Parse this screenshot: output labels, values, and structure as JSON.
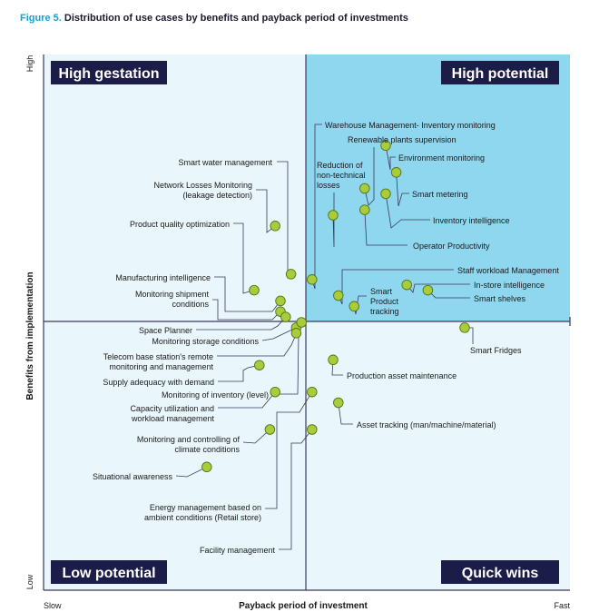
{
  "figure": {
    "number": "Figure 5.",
    "title": "Distribution of use cases by benefits and payback period of investments"
  },
  "chart_data": {
    "type": "scatter",
    "xlabel": "Payback period of investment",
    "ylabel": "Benefits from implementation",
    "x_ends": {
      "low": "Slow",
      "high": "Fast"
    },
    "y_ends": {
      "low": "Low",
      "high": "High"
    },
    "xlim": [
      0,
      100
    ],
    "ylim": [
      0,
      100
    ],
    "quadrants": {
      "top_left": "High gestation",
      "top_right": "High potential",
      "bottom_left": "Low potential",
      "bottom_right": "Quick wins"
    },
    "colors": {
      "high_potential_bg": "#8fd6ef",
      "other_bg": "#e9f6fc",
      "point": "#a8cc3a",
      "point_edge": "#55741a",
      "quad_label_bg": "#1c1c48",
      "title_accent": "#1a9fd6"
    },
    "points": [
      {
        "label": [
          "Warehouse Management- Inventory monitoring"
        ],
        "x": 51,
        "y": 58
      },
      {
        "label": [
          "Renewable plants supervision"
        ],
        "x": 61,
        "y": 75
      },
      {
        "label": [
          "Environment monitoring"
        ],
        "x": 65,
        "y": 83
      },
      {
        "label": [
          "Reduction of",
          "non-technical",
          "losses"
        ],
        "x": 55,
        "y": 70
      },
      {
        "label": [
          "Smart metering"
        ],
        "x": 67,
        "y": 78
      },
      {
        "label": [
          "Inventory intelligence"
        ],
        "x": 65,
        "y": 74
      },
      {
        "label": [
          "Operator Productivity"
        ],
        "x": 61,
        "y": 71
      },
      {
        "label": [
          "Staff workload Management"
        ],
        "x": 56,
        "y": 55
      },
      {
        "label": [
          "In-store intelligence"
        ],
        "x": 69,
        "y": 57
      },
      {
        "label": [
          "Smart shelves"
        ],
        "x": 73,
        "y": 56
      },
      {
        "label": [
          "Smart",
          "Product",
          "tracking"
        ],
        "x": 59,
        "y": 53
      },
      {
        "label": [
          "Smart Fridges"
        ],
        "x": 80,
        "y": 49
      },
      {
        "label": [
          "Smart water management"
        ],
        "x": 47,
        "y": 59
      },
      {
        "label": [
          "Network Losses Monitoring",
          "(leakage detection)"
        ],
        "x": 44,
        "y": 68
      },
      {
        "label": [
          "Product quality optimization"
        ],
        "x": 40,
        "y": 56
      },
      {
        "label": [
          "Manufacturing intelligence"
        ],
        "x": 45,
        "y": 54
      },
      {
        "label": [
          "Monitoring shipment",
          "conditions"
        ],
        "x": 45,
        "y": 52
      },
      {
        "label": [
          "Space Planner"
        ],
        "x": 46,
        "y": 51
      },
      {
        "label": [
          "Monitoring storage conditions"
        ],
        "x": 48,
        "y": 49
      },
      {
        "label": [
          "Telecom base station's remote",
          "monitoring and management"
        ],
        "x": 49,
        "y": 50
      },
      {
        "label": [
          "Supply adequacy with demand"
        ],
        "x": 41,
        "y": 42
      },
      {
        "label": [
          "Monitoring of inventory (level)"
        ],
        "x": 48,
        "y": 48
      },
      {
        "label": [
          "Capacity utilization and",
          "workload management"
        ],
        "x": 44,
        "y": 37
      },
      {
        "label": [
          "Monitoring and controlling of",
          "climate conditions"
        ],
        "x": 43,
        "y": 30
      },
      {
        "label": [
          "Situational awareness"
        ],
        "x": 31,
        "y": 23
      },
      {
        "label": [
          "Energy management based on",
          "ambient conditions (Retail store)"
        ],
        "x": 51,
        "y": 37
      },
      {
        "label": [
          "Facility management"
        ],
        "x": 51,
        "y": 30
      },
      {
        "label": [
          "Production asset maintenance"
        ],
        "x": 55,
        "y": 43
      },
      {
        "label": [
          "Asset tracking (man/machine/material)"
        ],
        "x": 56,
        "y": 35
      }
    ]
  }
}
